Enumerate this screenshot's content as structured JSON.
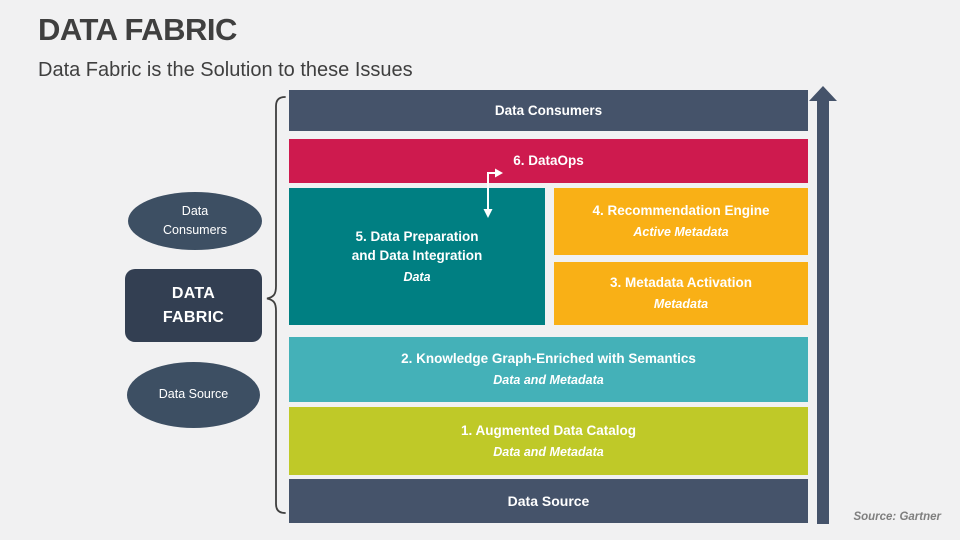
{
  "slide": {
    "title": "DATA FABRIC",
    "subtitle": "Data Fabric is the Solution to these Issues",
    "source_note": "Source: Gartner"
  },
  "left_panel": {
    "top_ellipse_label": "Data Consumers",
    "fabric_label": "DATA FABRIC",
    "bottom_ellipse_label": "Data Source"
  },
  "stack": {
    "top_bar_label": "Data Consumers",
    "bottom_bar_label": "Data Source",
    "layers": [
      {
        "label": "6. DataOps"
      },
      {
        "label_line1": "5. Data Preparation",
        "label_line2": "and Data Integration",
        "sublabel": "Data"
      },
      {
        "label": "4. Recommendation Engine",
        "sublabel": "Active Metadata"
      },
      {
        "label": "3. Metadata Activation",
        "sublabel": "Metadata"
      },
      {
        "label": "2. Knowledge Graph-Enriched with Semantics",
        "sublabel": "Data and Metadata"
      },
      {
        "label": "1. Augmented Data Catalog",
        "sublabel": "Data and Metadata"
      }
    ]
  },
  "palette": {
    "slate": "#45536A",
    "dark_navy": "#333F52",
    "ellipse_navy": "#3D4F63",
    "crimson": "#CE1A4E",
    "teal": "#007F82",
    "amber": "#F9B016",
    "cyan": "#44B1B8",
    "lime": "#BFC928",
    "background": "#F1F1F2",
    "title_text": "#3F3F3F",
    "source_text": "#7F7F7F"
  }
}
